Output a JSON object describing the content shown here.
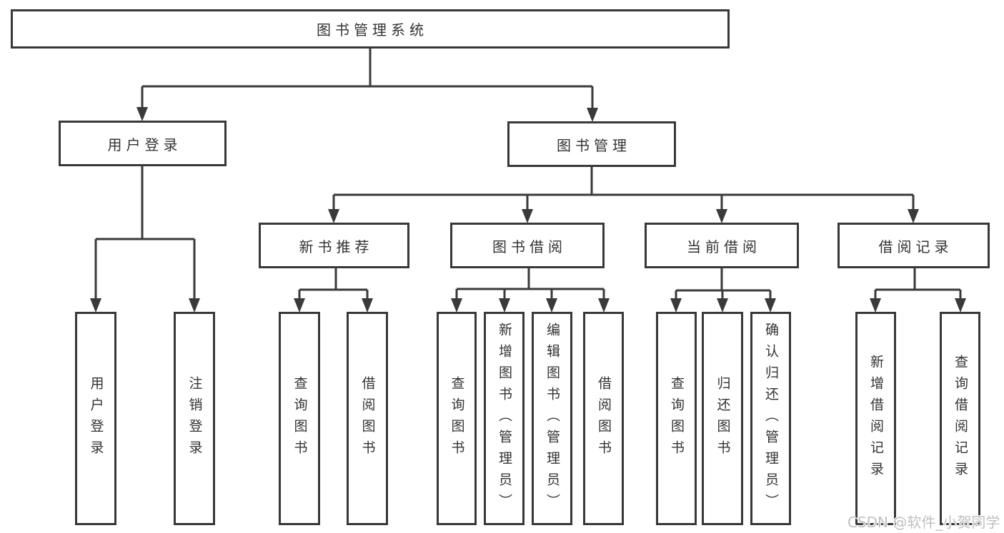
{
  "colors": {
    "line": "#3a3a3a",
    "box_border": "#383838",
    "text": "#333333",
    "watermark_text": "#c0c0c0",
    "background": "#ffffff"
  },
  "tree": {
    "label": "图书管理系统",
    "children": [
      {
        "label": "用户登录",
        "children": [
          {
            "label": "用户登录"
          },
          {
            "label": "注销登录"
          }
        ]
      },
      {
        "label": "图书管理",
        "children": [
          {
            "label": "新书推荐",
            "children": [
              {
                "label": "查询图书"
              },
              {
                "label": "借阅图书"
              }
            ]
          },
          {
            "label": "图书借阅",
            "children": [
              {
                "label": "查询图书"
              },
              {
                "label": "新增图书（管理员）"
              },
              {
                "label": "编辑图书（管理员）"
              },
              {
                "label": "借阅图书"
              }
            ]
          },
          {
            "label": "当前借阅",
            "children": [
              {
                "label": "查询图书"
              },
              {
                "label": "归还图书"
              },
              {
                "label": "确认归还（管理员）"
              }
            ]
          },
          {
            "label": "借阅记录",
            "children": [
              {
                "label": "新增借阅记录"
              },
              {
                "label": "查询借阅记录"
              }
            ]
          }
        ]
      }
    ]
  },
  "watermark": {
    "text": "CSDN @软件_小贺同学"
  }
}
